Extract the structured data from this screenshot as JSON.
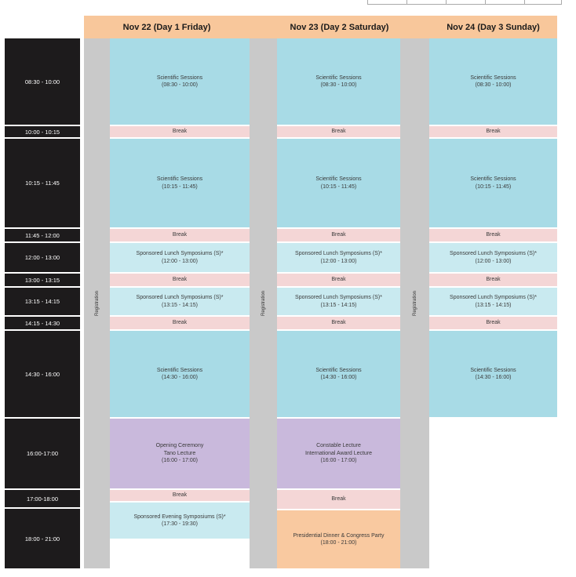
{
  "days": [
    "Nov 22 (Day 1 Friday)",
    "Nov 23 (Day 2 Saturday)",
    "Nov 24 (Day 3 Sunday)"
  ],
  "registration_label": "Registration",
  "times": [
    "08:30 - 10:00",
    "10:00 - 10:15",
    "10:15 - 11:45",
    "11:45 - 12:00",
    "12:00 - 13:00",
    "13:00 - 13:15",
    "13:15 - 14:15",
    "14:15 - 14:30",
    "14:30 - 16:00",
    "16:00-17:00",
    "17:00-18:00",
    "18:00 - 21:00"
  ],
  "sessions": {
    "sci1_title": "Scientific Sessions",
    "sci1_time": "(08:30 - 10:00)",
    "break": "Break",
    "sci2_title": "Scientific Sessions",
    "sci2_time": "(10:15 - 11:45)",
    "lunch_title": "Sponsored Lunch Symposiums (S)*",
    "lunch1_time": "(12:00 - 13:00)",
    "lunch2_time": "(13:15 - 14:15)",
    "sci3_title": "Scientific Sessions",
    "sci3_time": "(14:30 - 16:00)",
    "opening_line1": "Opening Ceremony",
    "opening_line2": "Tano Lecture",
    "opening_time": "(16:00 - 17:00)",
    "constable_line1": "Constable Lecture",
    "constable_line2": "International Award Lecture",
    "constable_time": "(16:00 - 17:00)",
    "evening_title": "Sponsored Evening Symposiums (S)*",
    "evening_time": "(17:30 - 19:30)",
    "dinner_title": "Presidential Dinner & Congress Party",
    "dinner_time": "(18:00 - 21:00)"
  }
}
